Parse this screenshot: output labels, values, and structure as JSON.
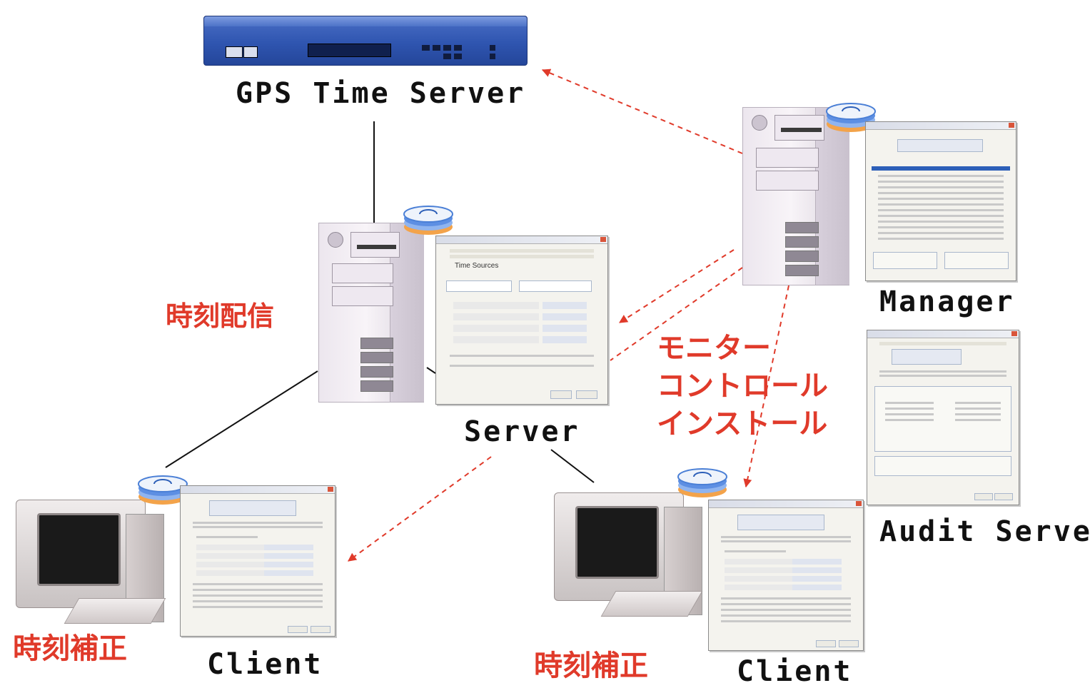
{
  "colors": {
    "accent_red": "#e03a2a",
    "line_black": "#111111"
  },
  "nodes": {
    "gps_label": "GPS Time Server",
    "server_label": "Server",
    "manager_label": "Manager",
    "audit_label": "Audit Server",
    "client_left_label": "Client",
    "client_right_label": "Client"
  },
  "annotations": {
    "distribute": "時刻配信",
    "monitor": "モニター",
    "control": "コントロール",
    "install": "インストール",
    "correct_left": "時刻補正",
    "correct_right": "時刻補正"
  },
  "server_window": {
    "title_text": "Time Sources"
  }
}
